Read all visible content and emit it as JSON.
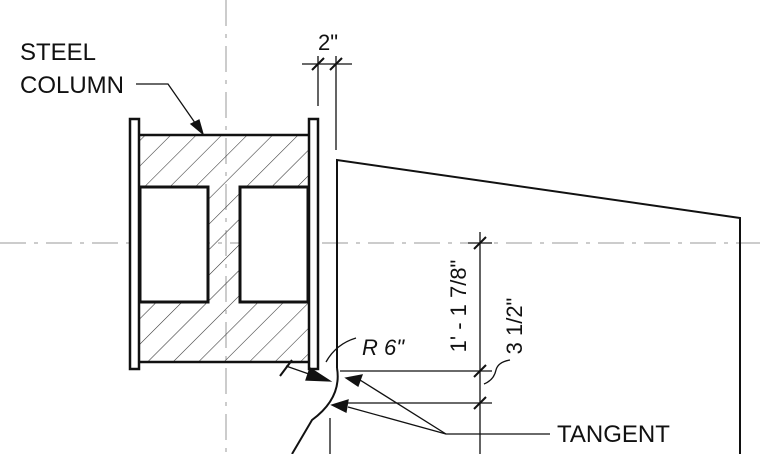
{
  "labels": {
    "steel_column_line1": "STEEL",
    "steel_column_line2": "COLUMN",
    "gap_dim": "2\"",
    "radius": "R 6\"",
    "vertical_dim": "1' - 1 7/8\"",
    "small_dim": "3 1/2\"",
    "tangent": "TANGENT"
  }
}
